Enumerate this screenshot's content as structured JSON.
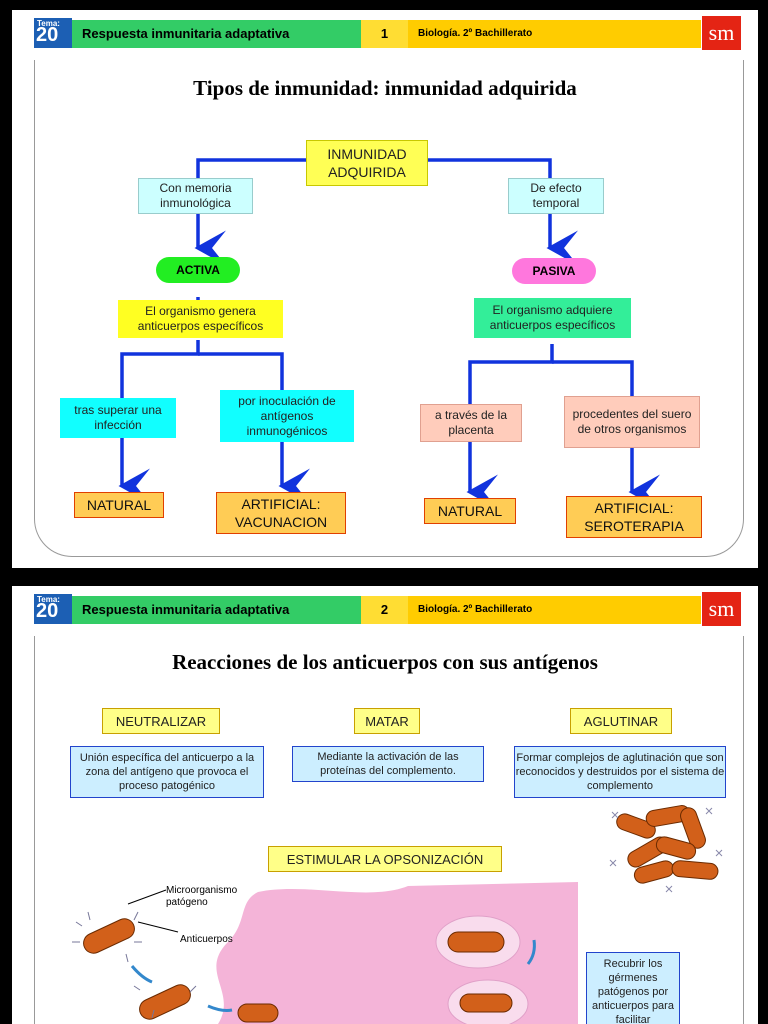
{
  "header": {
    "tema_label": "Tema:",
    "tema_number": "20",
    "topic": "Respuesta inmunitaria adaptativa",
    "subject": "Biología. 2º Bachillerato",
    "logo": "sm"
  },
  "slide1": {
    "page": "1",
    "title": "Tipos de inmunidad: inmunidad adquirida",
    "root": "INMUNIDAD ADQUIRIDA",
    "left_branch": "Con memoria inmunológica",
    "right_branch": "De efecto temporal",
    "activa": "ACTIVA",
    "pasiva": "PASIVA",
    "activa_desc": "El organismo genera anticuerpos específicos",
    "pasiva_desc": "El organismo adquiere anticuerpos específicos",
    "activa_opt1": "tras superar una infección",
    "activa_opt2": "por inoculación de antígenos inmunogénicos",
    "pasiva_opt1": "a través de la placenta",
    "pasiva_opt2": "procedentes del suero de otros organismos",
    "activa_result1": "NATURAL",
    "activa_result2": "ARTIFICIAL: VACUNACION",
    "pasiva_result1": "NATURAL",
    "pasiva_result2": "ARTIFICIAL: SEROTERAPIA"
  },
  "slide2": {
    "page": "2",
    "title": "Reacciones de los anticuerpos con sus antígenos",
    "neutralizar": "NEUTRALIZAR",
    "matar": "MATAR",
    "aglutinar": "AGLUTINAR",
    "neutralizar_desc": "Unión específica del anticuerpo a la zona del antígeno que provoca el proceso patogénico",
    "matar_desc": "Mediante la activación de las proteínas del complemento.",
    "aglutinar_desc": "Formar complejos de aglutinación que son reconocidos y destruidos por el sistema de complemento",
    "opsonizacion": "ESTIMULAR LA OPSONIZACIÓN",
    "label_micro": "Microorganismo patógeno",
    "label_anti": "Anticuerpos",
    "recubrir": "Recubrir los gérmenes patógenos por anticuerpos para facilitar"
  },
  "colors": {
    "arrow": "#1133dd",
    "green_header": "#33cc66",
    "yellow_header": "#ffcc00",
    "logo_red": "#e42414"
  }
}
